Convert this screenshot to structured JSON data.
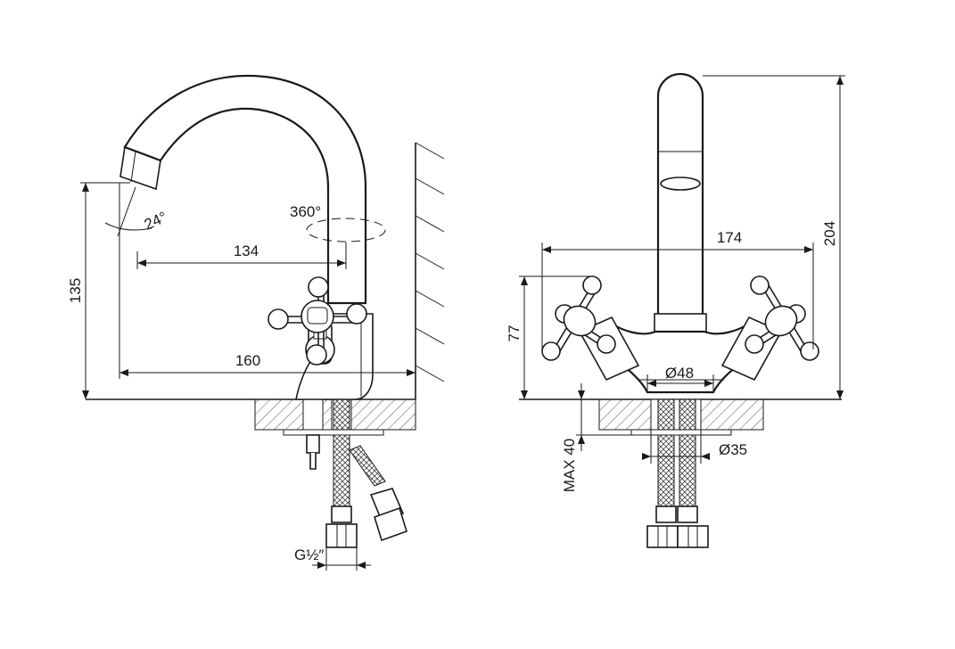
{
  "side_view": {
    "height_label": "135",
    "rotation_label": "360°",
    "angle_label": "24°",
    "reach_label": "134",
    "depth_label": "160",
    "thread_label": "G½″"
  },
  "front_view": {
    "total_height_label": "204",
    "width_label": "174",
    "handle_height_label": "77",
    "base_diameter_label": "Ø48",
    "hole_diameter_label": "Ø35",
    "counter_max_label": "MAX 40"
  }
}
